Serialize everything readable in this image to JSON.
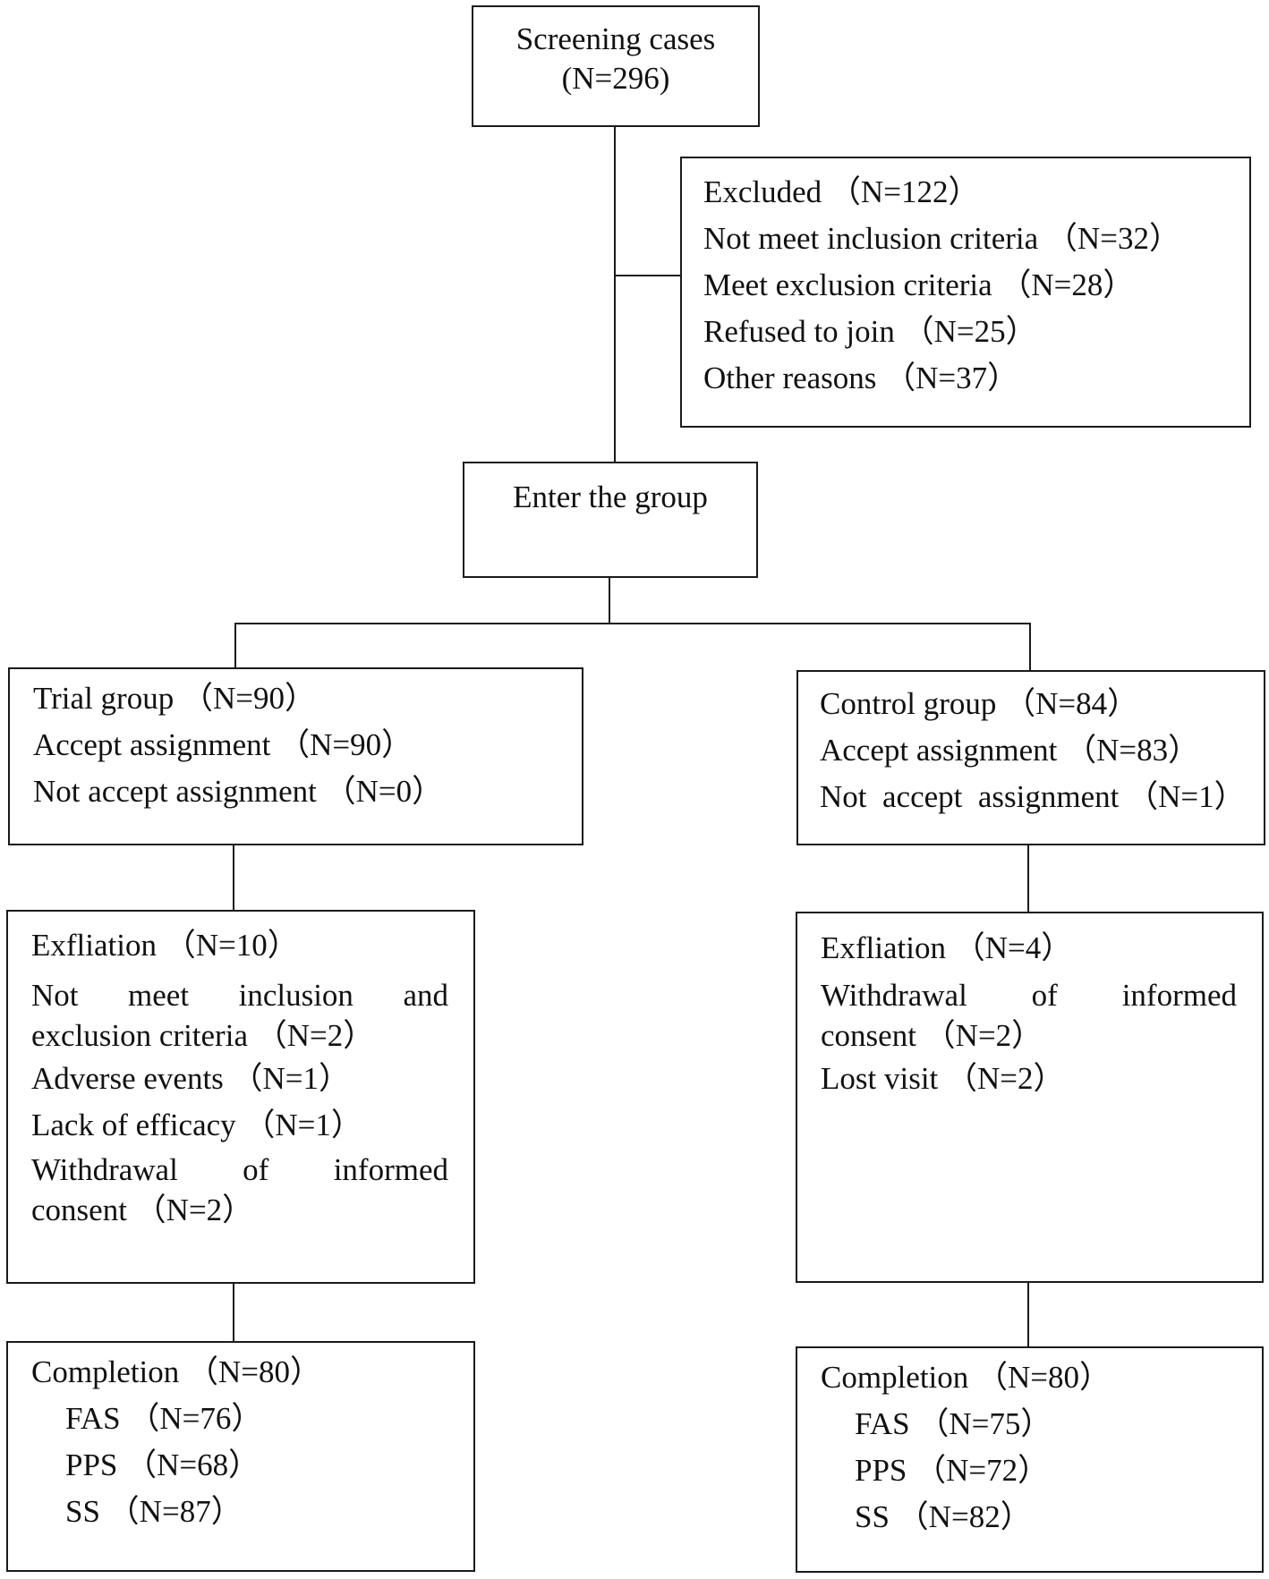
{
  "screening": {
    "line1": "Screening cases",
    "line2": "(N=296)"
  },
  "excluded": {
    "lines": [
      "Excluded （N=122）",
      "Not meet inclusion criteria （N=32）",
      "Meet exclusion criteria （N=28）",
      "Refused to join （N=25）",
      "Other reasons （N=37）"
    ]
  },
  "enter": {
    "label": "Enter the group"
  },
  "trial": {
    "lines": [
      "Trial group （N=90）",
      "Accept assignment （N=90）",
      "Not accept assignment （N=0）"
    ],
    "exfliation": {
      "title": "Exfliation （N=10）",
      "item1_line1": "Not meet inclusion and",
      "item1_line2": "exclusion criteria （N=2）",
      "item2": "Adverse events （N=1）",
      "item3": "Lack of efficacy （N=1）",
      "item4_line1": "Withdrawal of informed",
      "item4_line2": "consent （N=2）"
    },
    "completion": {
      "title": "Completion （N=80）",
      "fas": "FAS （N=76）",
      "pps": "PPS （N=68）",
      "ss": "SS （N=87）"
    }
  },
  "control": {
    "lines": [
      "Control group （N=84）",
      "Accept assignment （N=83）",
      "Not  accept  assignment （N=1）"
    ],
    "exfliation": {
      "title": "Exfliation （N=4）",
      "item1_line1": "Withdrawal of informed",
      "item1_line2": "consent （N=2）",
      "item2": "Lost visit （N=2）"
    },
    "completion": {
      "title": "Completion （N=80）",
      "fas": "FAS （N=75）",
      "pps": "PPS （N=72）",
      "ss": "SS （N=82）"
    }
  }
}
